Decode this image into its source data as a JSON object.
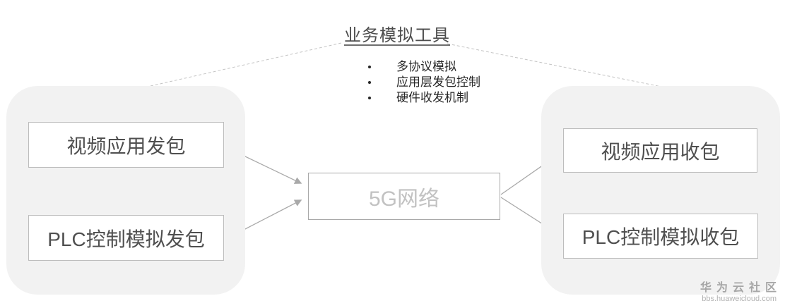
{
  "title": "业务模拟工具",
  "features": [
    "多协议模拟",
    "应用层发包控制",
    "硬件收发机制"
  ],
  "left_group": {
    "boxes": [
      {
        "label": "视频应用发包"
      },
      {
        "label": "PLC控制模拟发包"
      }
    ]
  },
  "center": {
    "label": "5G网络"
  },
  "right_group": {
    "boxes": [
      {
        "label": "视频应用收包"
      },
      {
        "label": "PLC控制模拟收包"
      }
    ]
  },
  "watermark": {
    "name": "华为云社区",
    "url": "bbs.huaweicloud.com"
  },
  "colors": {
    "group_fill": "#f2f2f2",
    "node_border": "#bdbdbd",
    "node_text": "#4f4f4f",
    "center_text": "#c2c2c2",
    "connector": "#a9a9a9",
    "dashed_line": "#c4c4c4",
    "watermark": "#a6a6a6"
  }
}
